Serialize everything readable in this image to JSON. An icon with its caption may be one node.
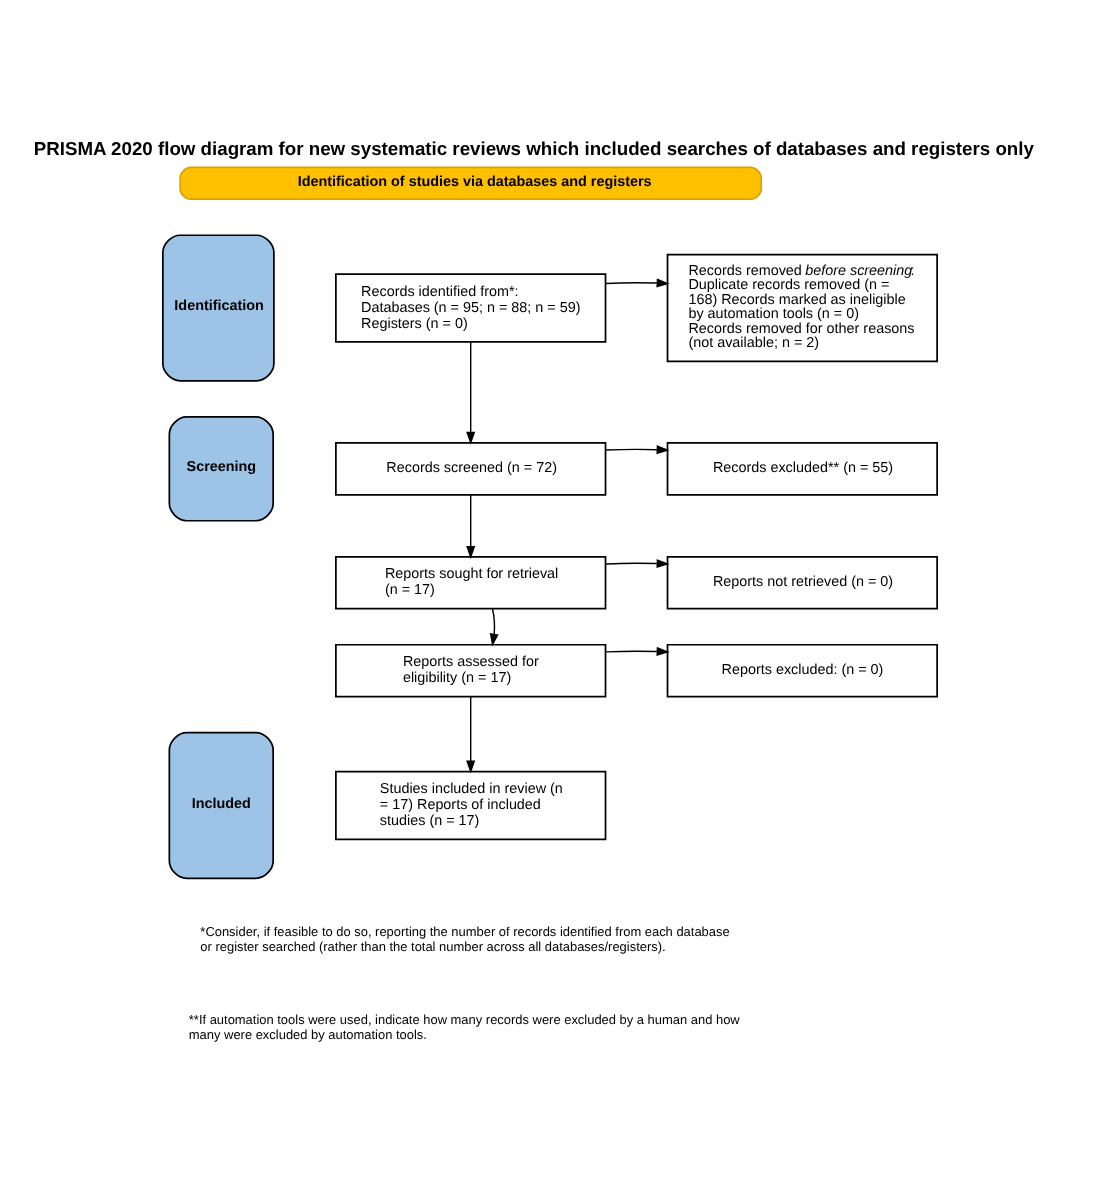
{
  "diagram": {
    "title": "PRISMA 2020 flow diagram for new systematic reviews which included searches of databases and registers only",
    "nodes": [
      {
        "text": [
          "Identification of studies via databases and registers"
        ]
      },
      {
        "text": [
          "Identification"
        ]
      },
      {
        "text": [
          "Records identified from*: Databases (n = 95; n = 88; n = 59) Registers (n = 0)"
        ]
      },
      {
        "text": [
          "Records removed *before screening*: Duplicate records removed (n = 168) Records marked as ineligible by automation tools (n = 0) Records removed for other reasons (not available; n = 2)"
        ]
      },
      {
        "text": [
          "Screening"
        ]
      },
      {
        "text": [
          "Records screened (n = 72)"
        ]
      },
      {
        "text": [
          "Records excluded** (n = 55)"
        ]
      },
      {
        "text": [
          "Reports sought for retrieval (n = 17)"
        ]
      },
      {
        "text": [
          "Reports not retrieved (n = 0)"
        ]
      },
      {
        "text": [
          "Reports assessed for eligibility (n = 17)"
        ]
      },
      {
        "text": [
          "Reports excluded: (n = 0)"
        ]
      },
      {
        "text": [
          "Included"
        ]
      },
      {
        "text": [
          "Studies included in review (n = 17) Reports of included studies (n = 17)"
        ]
      }
    ],
    "edges": [
      {
        "from": 2,
        "to": 3,
        "arrow": "to"
      },
      {
        "from": 2,
        "to": 5,
        "arrow": "to"
      },
      {
        "from": 5,
        "to": 6,
        "arrow": "to"
      },
      {
        "from": 5,
        "to": 7,
        "arrow": "to"
      },
      {
        "from": 7,
        "to": 8,
        "arrow": "to"
      },
      {
        "from": 7,
        "to": 9,
        "arrow": "to"
      },
      {
        "from": 9,
        "to": 10,
        "arrow": "to"
      },
      {
        "from": 9,
        "to": 12,
        "arrow": "to"
      }
    ],
    "labels": [
      "*Consider, if feasible to do so, reporting the number of records identified from each database or register searched (rather than the total number across all databases/registers).",
      "**If automation tools were used, indicate how many records were excluded by a human and how many were excluded by automation tools."
    ]
  }
}
